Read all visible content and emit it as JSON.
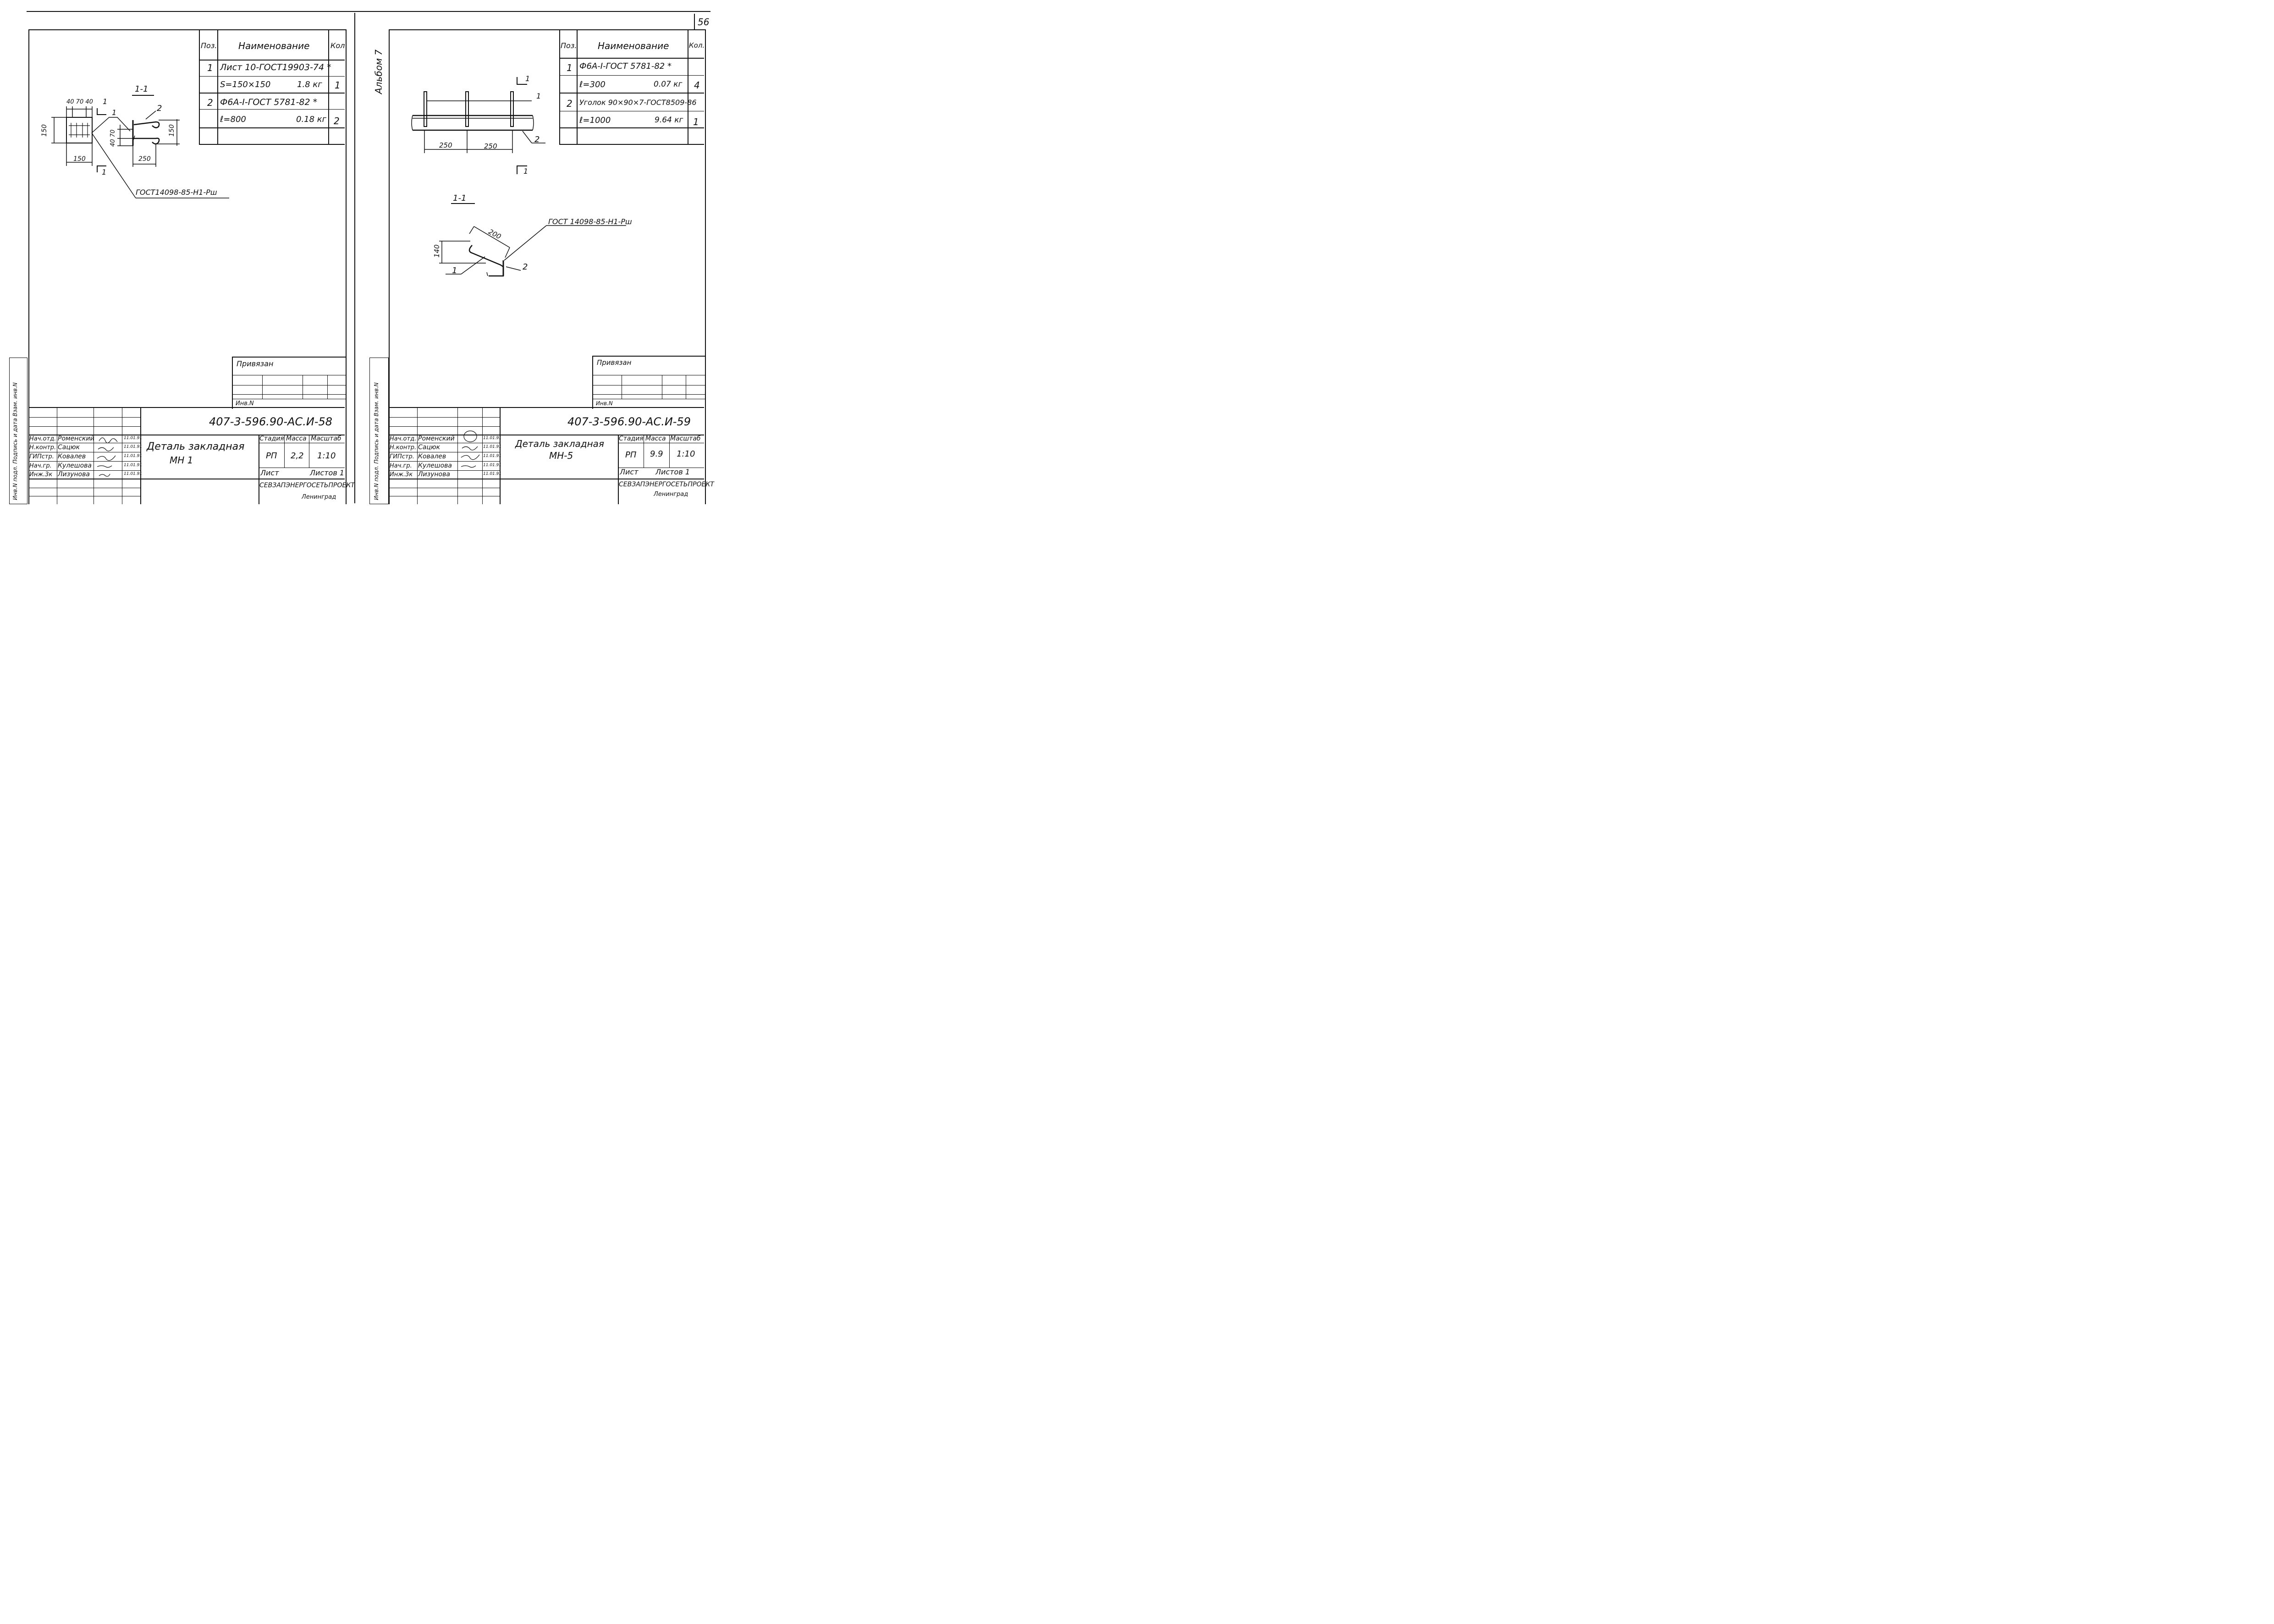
{
  "page_number": "56",
  "left_sheet": {
    "spec": {
      "headers": {
        "pos": "Поз.",
        "name": "Наименование",
        "qty": "Кол"
      },
      "rows": [
        {
          "pos": "1",
          "name": "Лист 10-ГОСТ19903-74 *",
          "mass": "",
          "qty": ""
        },
        {
          "pos": "",
          "name": "S=150×150",
          "mass": "1.8 кг",
          "qty": "1"
        },
        {
          "pos": "2",
          "name": "Ф6А-I-ГОСТ 5781-82 *",
          "mass": "",
          "qty": ""
        },
        {
          "pos": "",
          "name": "ℓ=800",
          "mass": "0.18 кг",
          "qty": "2"
        }
      ]
    },
    "drawing": {
      "section_label": "1-1",
      "dims_top": "40 70 40",
      "dim_150_left": "150",
      "dim_150_bottom": "150",
      "dim_40_70": "40 70",
      "dim_150_right": "150",
      "dim_250": "250",
      "callout_1": "1",
      "callout_2": "2",
      "cut_mark_top": "1",
      "cut_mark_bottom": "1",
      "weld_note": "ГОСТ14098-85-Н1-Рш"
    },
    "title_block": {
      "privyazan": "Привязан",
      "inv": "Инв.N",
      "doc_code": "407-3-596.90-АС.И-58",
      "title_line1": "Деталь закладная",
      "title_line2": "МН 1",
      "stage_h": "Стадия",
      "mass_h": "Масса",
      "scale_h": "Масштаб",
      "stage": "РП",
      "mass": "2,2",
      "scale": "1:10",
      "sheet_h": "Лист",
      "sheets_h": "Листов 1",
      "org": "СЕВЗАПЭНЕРГОСЕТЬПРОЕКТ",
      "city": "Ленинград",
      "people": [
        {
          "role": "Нач.отд.",
          "name": "Роменский",
          "date": "11.01.91"
        },
        {
          "role": "Н.контр.",
          "name": "Сацюк",
          "date": "11.01.91"
        },
        {
          "role": "ГИПстр.",
          "name": "Ковалев",
          "date": "11.01.91"
        },
        {
          "role": "Нач.гр.",
          "name": "Кулешова",
          "date": "11.01.91"
        },
        {
          "role": "Инж.3к",
          "name": "Лизунова",
          "date": "11.01.91"
        }
      ]
    }
  },
  "right_sheet": {
    "album": "Альбом 7",
    "spec": {
      "headers": {
        "pos": "Поз.",
        "name": "Наименование",
        "qty": "Кол."
      },
      "rows": [
        {
          "pos": "1",
          "name": "Ф6А-I-ГОСТ 5781-82 *",
          "mass": "",
          "qty": ""
        },
        {
          "pos": "",
          "name": "ℓ=300",
          "mass": "0.07 кг",
          "qty": "4"
        },
        {
          "pos": "2",
          "name": "Уголок 90×90×7-ГОСТ8509-86",
          "mass": "",
          "qty": ""
        },
        {
          "pos": "",
          "name": "ℓ=1000",
          "mass": "9.64 кг",
          "qty": "1"
        }
      ]
    },
    "drawing": {
      "section_label": "1-1",
      "dim_250_a": "250",
      "dim_250_b": "250",
      "dim_200": "200",
      "dim_140": "140",
      "callout_1": "1",
      "callout_2": "2",
      "cut_mark_top": "1",
      "cut_mark_bottom": "1",
      "weld_note": "ГОСТ 14098-85-Н1-Рш"
    },
    "title_block": {
      "privyazan": "Привязан",
      "inv": "Инв.N",
      "doc_code": "407-3-596.90-АС.И-59",
      "title_line1": "Деталь закладная",
      "title_line2": "МН-5",
      "stage_h": "Стадия",
      "mass_h": "Масса",
      "scale_h": "Масштаб",
      "stage": "РП",
      "mass": "9.9",
      "scale": "1:10",
      "sheet_h": "Лист",
      "sheets_h": "Листов 1",
      "org": "СЕВЗАПЭНЕРГОСЕТЬПРОЕКТ",
      "city": "Ленинград",
      "people": [
        {
          "role": "Нач.отд.",
          "name": "Роменский",
          "date": "11.01.91"
        },
        {
          "role": "Н.контр.",
          "name": "Сацюк",
          "date": "11.01.91"
        },
        {
          "role": "ГИПстр.",
          "name": "Ковалев",
          "date": "11.01.91"
        },
        {
          "role": "Нач.гр.",
          "name": "Кулешова",
          "date": "11.01.91"
        },
        {
          "role": "Инж.3к",
          "name": "Лизунова",
          "date": "11.01.91"
        }
      ]
    }
  },
  "side_stamps": {
    "left": "Инв.N подл.   Подпись и дата   Взам. инв.N",
    "right": "Инв.N подл.   Подпись и дата   Взам. инв.N"
  }
}
